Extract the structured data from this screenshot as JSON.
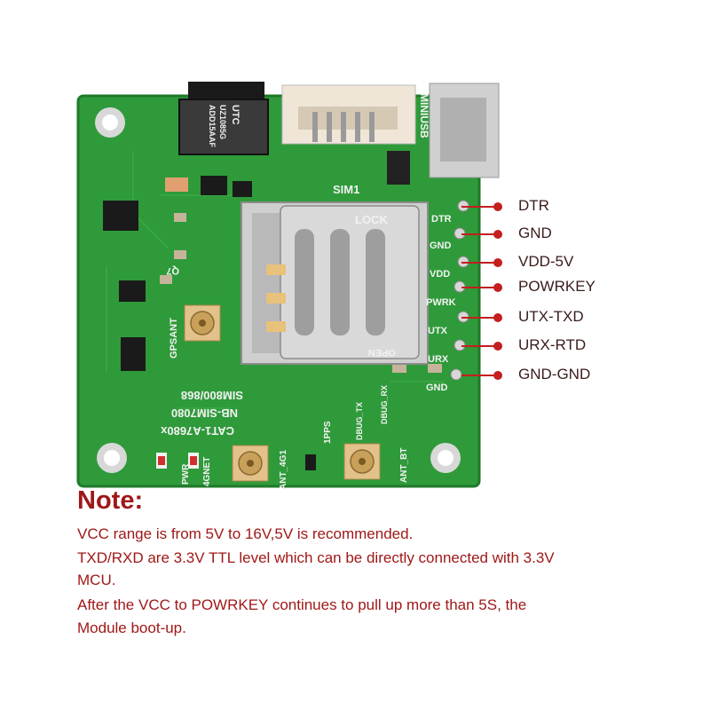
{
  "board": {
    "regulator_text": [
      "UTC",
      "UZ1085G",
      "ADD15AAF"
    ],
    "usb_label": "MINIUSB",
    "sim_label": "SIM1",
    "lock_text": "LOCK",
    "open_text": "OPEN",
    "q7_label": "Q7",
    "gpsant_label": "GPSANT",
    "model_lines": [
      "SIM800/868",
      "NB-SIM7080",
      "CAT1-A7680x"
    ],
    "bottom_labels": {
      "pwr": "PWR",
      "net_4g": "4GNET",
      "ant_4g1": "ANT_4G1",
      "pps": "1PPS",
      "dbug_tx": "DBUG_TX",
      "dbug_rx": "DBUG_RX",
      "ant_bt": "ANT_BT"
    },
    "edge_pins": [
      "DTR",
      "GND",
      "VDD",
      "PWRK",
      "UTX",
      "URX",
      "GND"
    ]
  },
  "pins": [
    {
      "label": "DTR"
    },
    {
      "label": "GND"
    },
    {
      "label": "VDD-5V"
    },
    {
      "label": "POWRKEY"
    },
    {
      "label": "UTX-TXD"
    },
    {
      "label": "URX-RTD"
    },
    {
      "label": "GND-GND"
    }
  ],
  "note": {
    "title": "Note:",
    "lines": [
      "VCC range is from 5V to 16V,5V is recommended.",
      "TXD/RXD are 3.3V TTL level which can be directly connected with 3.3V",
      "MCU.",
      "After the VCC to POWRKEY  continues to pull up more than 5S, the",
      "Module boot-up."
    ]
  },
  "colors": {
    "pcb": "#2f9a3a",
    "accent_red": "#c41e1e",
    "note_text": "#a01818"
  }
}
